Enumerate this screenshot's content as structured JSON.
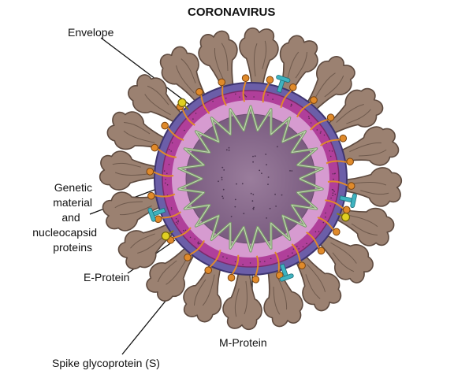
{
  "diagram": {
    "title": "CORONAVIRUS",
    "labels": {
      "envelope": "Envelope",
      "genetic_line1": "Genetic",
      "genetic_line2": "material",
      "genetic_line3": "and",
      "genetic_line4": "nucleocapsid",
      "genetic_line5": "proteins",
      "e_protein": "E-Protein",
      "m_protein": "M-Protein",
      "spike": "Spike glycoprotein (S)"
    }
  },
  "colors": {
    "spike": "#9b8171",
    "spike_edge": "#5e4a3f",
    "envelope_outer": "#6b5ea8",
    "envelope_inner": "#b03f9a",
    "capsid": "#d69bd0",
    "interior": "#8b6e8f",
    "rna": "#7d9a6e",
    "e_protein": "#e0d022",
    "m_protein": "#e08a2a",
    "he_protein": "#3fb3c0"
  },
  "icons": [
    "virus-illustration"
  ]
}
